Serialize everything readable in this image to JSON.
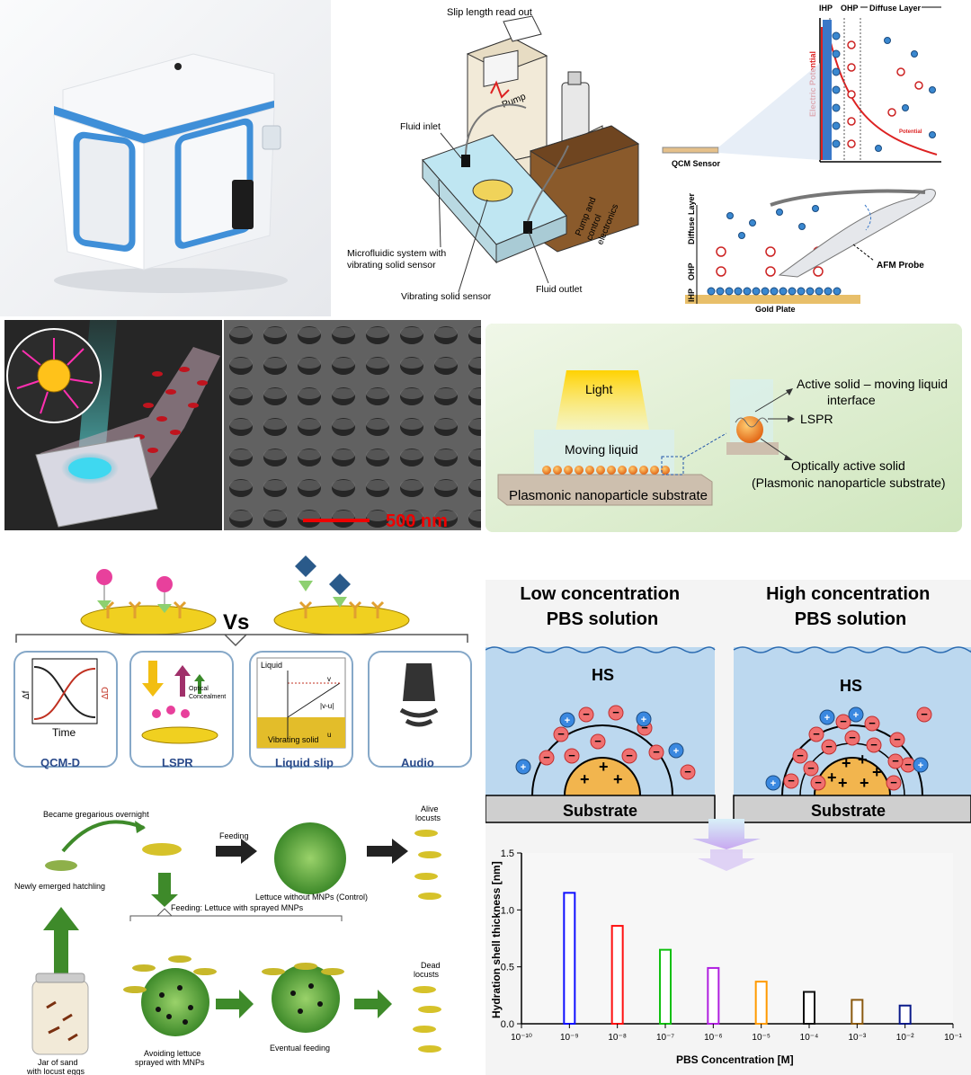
{
  "flow_panel": {
    "title": "Slip length read out",
    "pump": "Pump",
    "fluid_inlet": "Fluid inlet",
    "pump_electronics": [
      "Pump and",
      "control",
      "electronics"
    ],
    "microfluidic": [
      "Microfluidic system with",
      "vibrating solid sensor"
    ],
    "vibrating_sensor": "Vibrating solid sensor",
    "fluid_outlet": "Fluid outlet"
  },
  "edl_panel": {
    "ihp": "IHP",
    "ohp": "OHP",
    "diffuse_layer": "Diffuse Layer",
    "electric_potential": "Electric Potential",
    "potential": "Potential",
    "qcm_sensor": "QCM Sensor",
    "diffuse_layer_vert": "Diffuse Layer",
    "ohp_vert": "OHP",
    "ihp_vert": "IHP",
    "afm_probe": "AFM Probe",
    "gold_plate": "Gold Plate"
  },
  "sem_panel": {
    "scale_bar": "500 nm"
  },
  "lspr_panel": {
    "light": "Light",
    "moving_liquid": "Moving liquid",
    "substrate": "Plasmonic nanoparticle substrate",
    "active_solid": [
      "Active solid – moving liquid",
      "interface"
    ],
    "lspr": "LSPR",
    "optically_active": [
      "Optically active solid",
      "(Plasmonic nanoparticle substrate)"
    ]
  },
  "methods_panel": {
    "vs": "Vs",
    "qcmd_label": "QCM-D",
    "qcmd_time": "Time",
    "qcmd_df": "Δf",
    "qcmd_dd": "ΔD",
    "lspr_label": "LSPR",
    "optical": [
      "Optical",
      "Concealment"
    ],
    "slip_label": "Liquid slip",
    "slip_liquid": "Liquid",
    "slip_v": "v",
    "slip_vu": "|v-u|",
    "slip_u": "u",
    "slip_solid": "Vibrating solid",
    "audio_label": "Audio"
  },
  "locust_panel": {
    "gregarious": "Became gregarious overnight",
    "hatchling": "Newly emerged hatchling",
    "feeding": "Feeding",
    "control": "Lettuce without MNPs (Control)",
    "alive": [
      "Alive",
      "locusts"
    ],
    "sprayed": "Feeding: Lettuce with sprayed MNPs",
    "jar": [
      "Jar of sand",
      "with locust eggs"
    ],
    "avoiding": [
      "Avoiding lettuce",
      "sprayed with MNPs"
    ],
    "eventual": "Eventual feeding",
    "dead": [
      "Dead",
      "locusts"
    ]
  },
  "hs_panel": {
    "low_title": [
      "Low concentration",
      "PBS solution"
    ],
    "high_title": [
      "High concentration",
      "PBS solution"
    ],
    "hs": "HS",
    "substrate": "Substrate"
  },
  "chart_data": {
    "type": "bar",
    "x_scale": "log",
    "xlabel": "PBS Concentration [M]",
    "ylabel": "Hydration shell thickness [nm]",
    "x_ticks": [
      "10⁻¹⁰",
      "10⁻⁹",
      "10⁻⁸",
      "10⁻⁷",
      "10⁻⁶",
      "10⁻⁵",
      "10⁻⁴",
      "10⁻³",
      "10⁻²",
      "10⁻¹"
    ],
    "y_ticks": [
      "0.0",
      "0.5",
      "1.0",
      "1.5"
    ],
    "ylim": [
      0,
      1.5
    ],
    "categories": [
      "1e-9",
      "1e-8",
      "1e-7",
      "1e-6",
      "1e-5",
      "1e-4",
      "1e-3",
      "1e-2"
    ],
    "values": [
      1.15,
      0.86,
      0.65,
      0.49,
      0.37,
      0.28,
      0.21,
      0.16
    ],
    "colors": [
      "#1010ff",
      "#ff1010",
      "#10c010",
      "#b020e0",
      "#ff9a00",
      "#111111",
      "#8b5a10",
      "#0a1a8a"
    ],
    "grid": false
  }
}
